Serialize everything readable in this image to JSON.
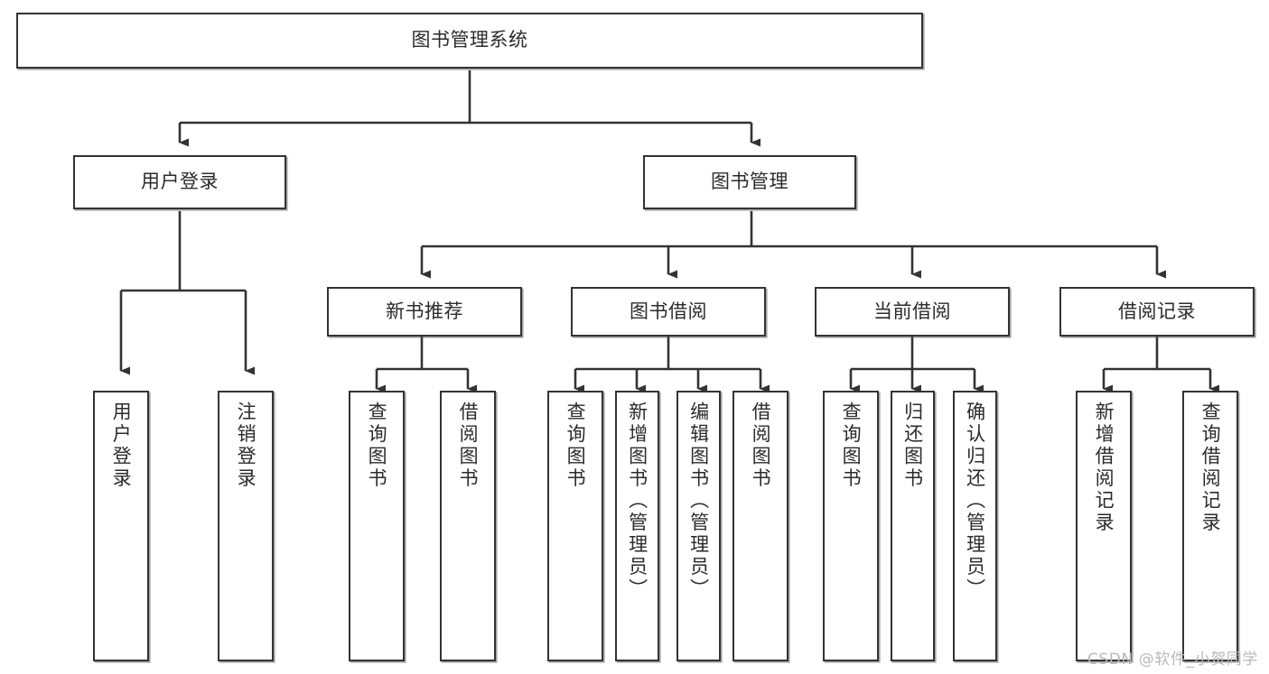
{
  "diagram": {
    "type": "tree",
    "title": "图书管理系统",
    "watermark": "CSDN @软件_小贺同学",
    "colors": {
      "box_border": "#333333",
      "box_fill": "#ffffff",
      "edge": "#333333",
      "text": "#2b2b2b",
      "watermark": "#b9b9b9"
    },
    "nodes": {
      "root": {
        "label": "图书管理系统"
      },
      "level2": [
        {
          "id": "user-login",
          "label": "用户登录"
        },
        {
          "id": "book-management",
          "label": "图书管理"
        }
      ],
      "level3": [
        {
          "id": "new-book-recommend",
          "label": "新书推荐"
        },
        {
          "id": "book-borrow",
          "label": "图书借阅"
        },
        {
          "id": "current-borrow",
          "label": "当前借阅"
        },
        {
          "id": "borrow-record",
          "label": "借阅记录"
        }
      ],
      "leaves": {
        "user-login": [
          {
            "id": "leaf-user-login",
            "label": "用户登录"
          },
          {
            "id": "leaf-logout",
            "label": "注销登录"
          }
        ],
        "new-book-recommend": [
          {
            "id": "leaf-query-book-1",
            "label": "查询图书"
          },
          {
            "id": "leaf-borrow-book-1",
            "label": "借阅图书"
          }
        ],
        "book-borrow": [
          {
            "id": "leaf-query-book-2",
            "label": "查询图书"
          },
          {
            "id": "leaf-add-book",
            "label": "新增图书（管理员）"
          },
          {
            "id": "leaf-edit-book",
            "label": "编辑图书（管理员）"
          },
          {
            "id": "leaf-borrow-book-2",
            "label": "借阅图书"
          }
        ],
        "current-borrow": [
          {
            "id": "leaf-query-book-3",
            "label": "查询图书"
          },
          {
            "id": "leaf-return-book",
            "label": "归还图书"
          },
          {
            "id": "leaf-confirm-return",
            "label": "确认归还（管理员）"
          }
        ],
        "borrow-record": [
          {
            "id": "leaf-add-record",
            "label": "新增借阅记录"
          },
          {
            "id": "leaf-query-record",
            "label": "查询借阅记录"
          }
        ]
      }
    }
  }
}
